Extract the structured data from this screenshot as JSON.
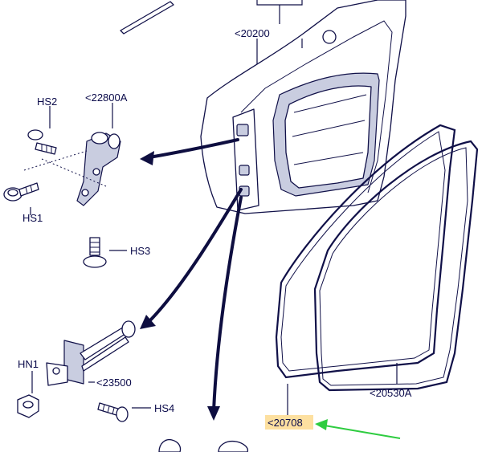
{
  "labels": {
    "door": "<20200",
    "hinge": "<22800A",
    "hs2": "HS2",
    "hs1": "HS1",
    "hs3": "HS3",
    "check": "<23500",
    "hn1": "HN1",
    "hs4": "HS4",
    "outer_seal": "<20530A",
    "inner_seal": "<20708"
  },
  "colors": {
    "highlight": "#fde0a0",
    "pointer": "#2ecc40",
    "ink": "#101048",
    "shade": "#c9cde0"
  }
}
